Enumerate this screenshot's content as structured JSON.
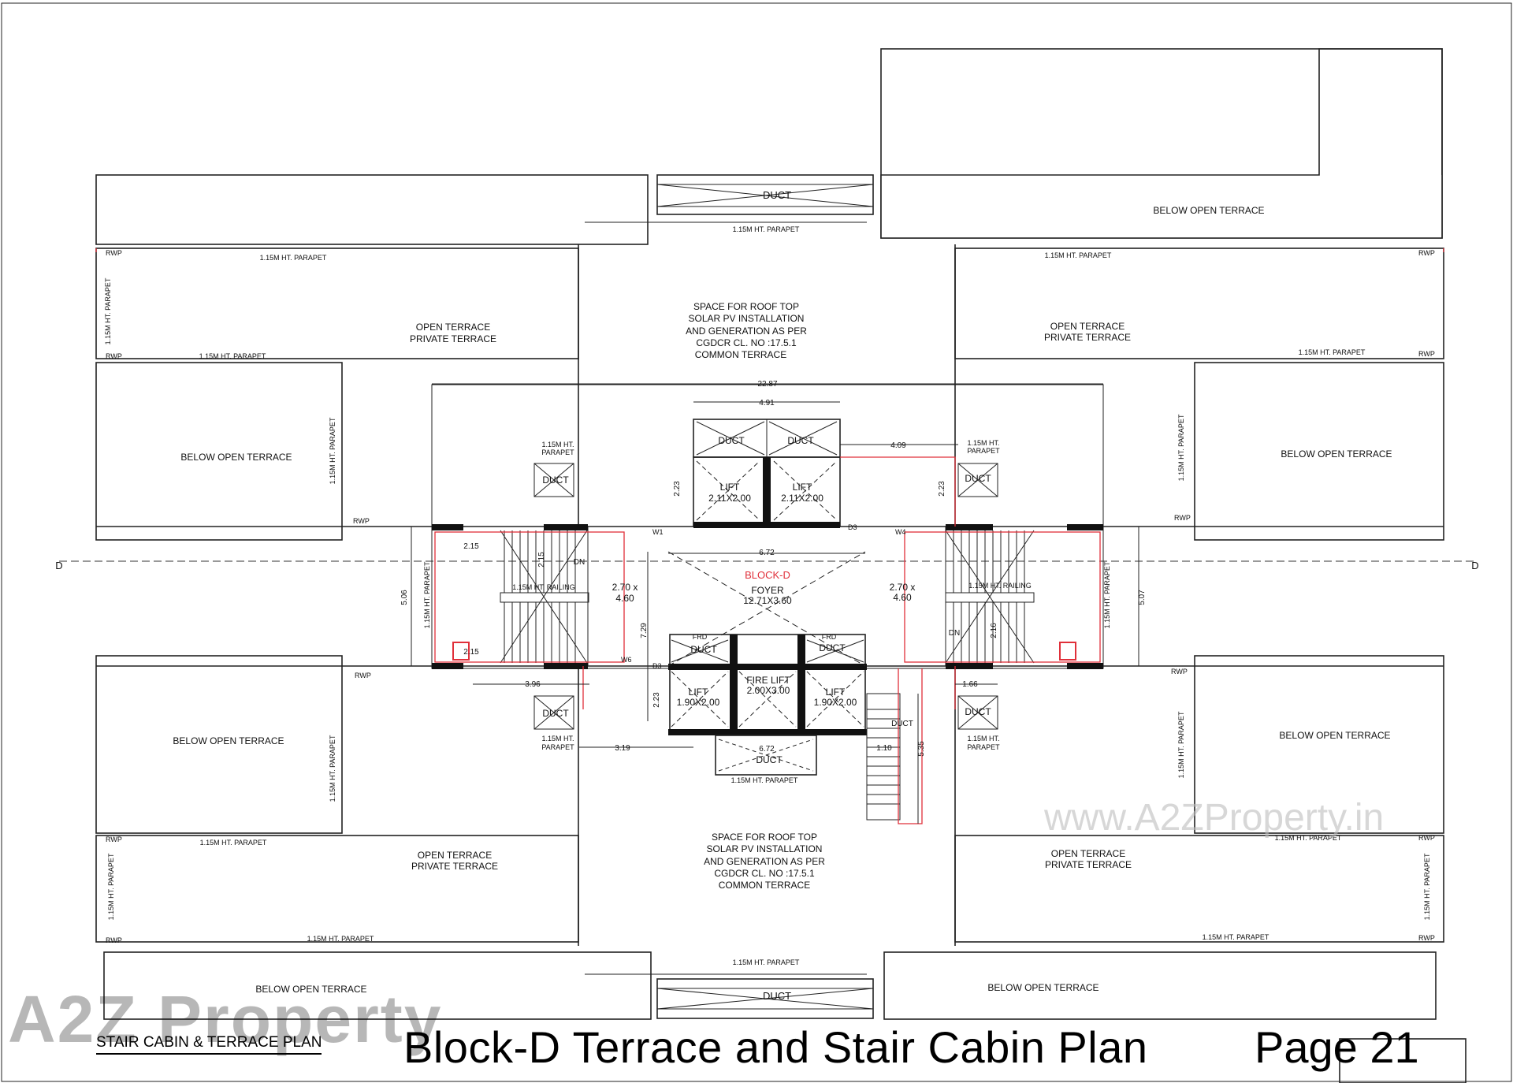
{
  "page": {
    "title": "Block-D Terrace and Stair Cabin Plan",
    "page_number": "Page 21",
    "drawing_title": "STAIR CABIN & TERRACE PLAN"
  },
  "watermark": {
    "logo": "A2Z Property",
    "url": "www.A2ZProperty.in"
  },
  "labels": {
    "below_open_terrace": "BELOW OPEN TERRACE",
    "open_terrace": "OPEN TERRACE",
    "private_terrace": "PRIVATE TERRACE",
    "solar": [
      "SPACE FOR ROOF TOP",
      "SOLAR PV INSTALLATION",
      "AND GENERATION AS PER",
      "CGDCR CL. NO :17.5.1",
      "COMMON TERRACE"
    ],
    "duct": "DUCT",
    "parapet": "1.15M HT. PARAPET",
    "parapet_short": [
      "1.15M HT.",
      "PARAPET"
    ],
    "railing": "1.15M HT. RAILING",
    "rwp": "RWP",
    "dn": "DN",
    "block": "BLOCK-D",
    "foyer": "FOYER",
    "foyer_size": "12.71X3.60",
    "lift": "LIFT",
    "lift_upper_size": "2.11X2.00",
    "lift_lower_size": "1.90X2.00",
    "fire_lift": "FIRE LIFT",
    "fire_lift_size": "2.00X3.00",
    "frd": "FRD",
    "section_marker": "D",
    "room_size": [
      "2.70 x",
      "4.60"
    ],
    "w1": "W1",
    "w4": "W4",
    "w6": "W6",
    "d3": "D3"
  },
  "dimensions": {
    "d2287": "22.87",
    "d491": "4.91",
    "d409": "4.09",
    "d223": "2.23",
    "d672": "6.72",
    "d215": "2.15",
    "d506": "5.06",
    "d507": "5.07",
    "d729": "7.29",
    "d396": "3.96",
    "d166": "1.66",
    "d319": "3.19",
    "d110": "1.10",
    "d535": "5.35",
    "d216": "2.16"
  }
}
